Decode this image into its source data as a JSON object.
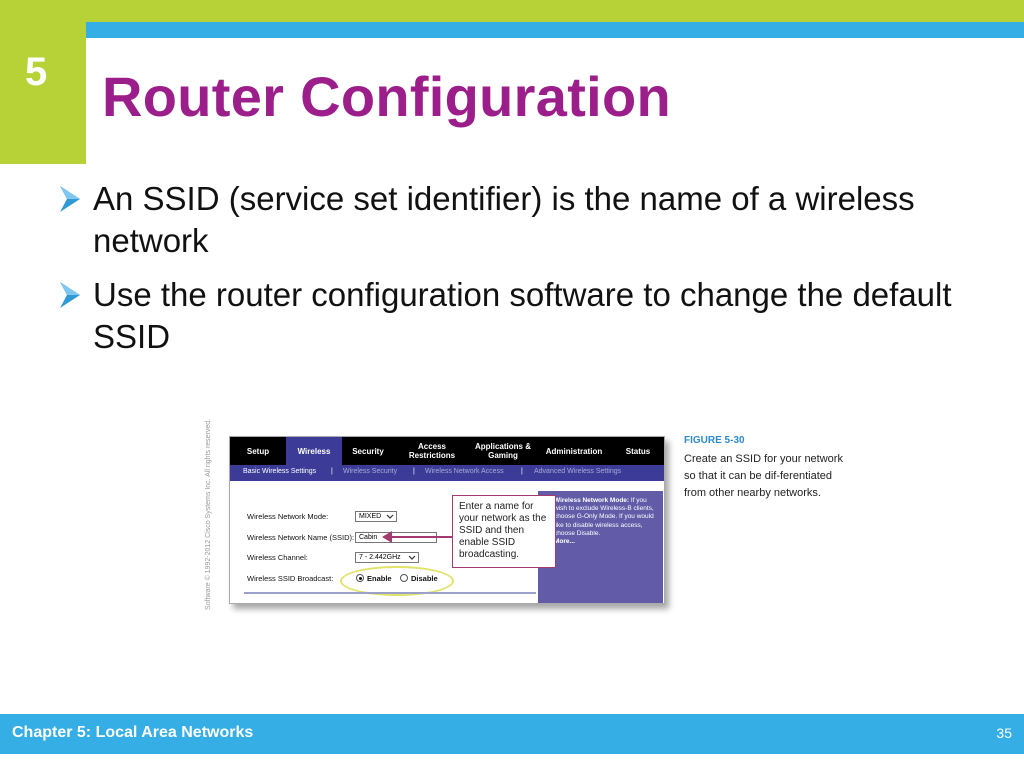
{
  "slide": {
    "chapter_number": "5",
    "title": "Router Configuration",
    "bullets": [
      "An SSID (service set identifier) is the name of a wireless network",
      "Use the router configuration software to change the default SSID"
    ]
  },
  "figure": {
    "credit": "Software © 1992-2012 Cisco Systems Inc. All rights reserved.",
    "tabs": [
      "Setup",
      "Wireless",
      "Security",
      "Access Restrictions",
      "Applications & Gaming",
      "Administration",
      "Status"
    ],
    "active_tab": "Wireless",
    "subtabs": [
      "Basic Wireless Settings",
      "Wireless Security",
      "Wireless Network Access",
      "Advanced Wireless Settings"
    ],
    "subtab_separator": "|",
    "form": {
      "mode_label": "Wireless Network Mode:",
      "mode_value": "MIXED",
      "ssid_label": "Wireless Network Name (SSID):",
      "ssid_value": "Cabin",
      "channel_label": "Wireless Channel:",
      "channel_value": "7 - 2.442GHz",
      "broadcast_label": "Wireless SSID Broadcast:",
      "enable_label": "Enable",
      "disable_label": "Disable"
    },
    "help": {
      "heading": "Wireless Network Mode:",
      "text": "If you wish to exclude Wireless-B clients, choose G-Only Mode. If you would like to disable wireless access, choose Disable.",
      "more": "More..."
    },
    "callout": "Enter a name for your network as the SSID and then enable SSID broadcasting.",
    "caption_label": "FIGURE 5-30",
    "caption_text": "Create an SSID for your network so that it can be dif-ferentiated from other nearby networks."
  },
  "footer": {
    "chapter": "Chapter 5: Local Area Networks",
    "page": "35"
  },
  "colors": {
    "title": "#9b1e8a",
    "accent_green": "#b6d236",
    "accent_blue": "#35aee6",
    "router_purple": "#3c3c98"
  }
}
